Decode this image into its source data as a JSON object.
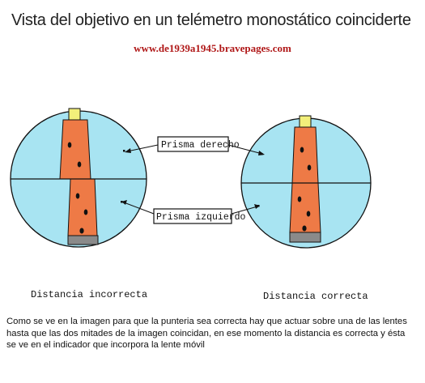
{
  "title": "Vista del objetivo en un telémetro monostático coinciderte",
  "url": "www.de1939a1945.bravepages.com",
  "labels": {
    "right_prism": "Prisma derecho",
    "left_prism": "Prisma izquierdo"
  },
  "captions": {
    "incorrect": "Distancia incorrecta",
    "correct": "Distancia correcta"
  },
  "description": "Como se ve en la imagen para que la punteria sea correcta hay que actuar sobre una de las lentes hasta que las dos mitades de la imagen coincidan, en ese momento la distancia es correcta y ésta se ve en el indicador que incorpora la lente móvil",
  "colors": {
    "sky": "#a8e4f2",
    "tower": "#ee7a46",
    "base": "#8a8a8a",
    "lamp": "#f2ef7a"
  }
}
